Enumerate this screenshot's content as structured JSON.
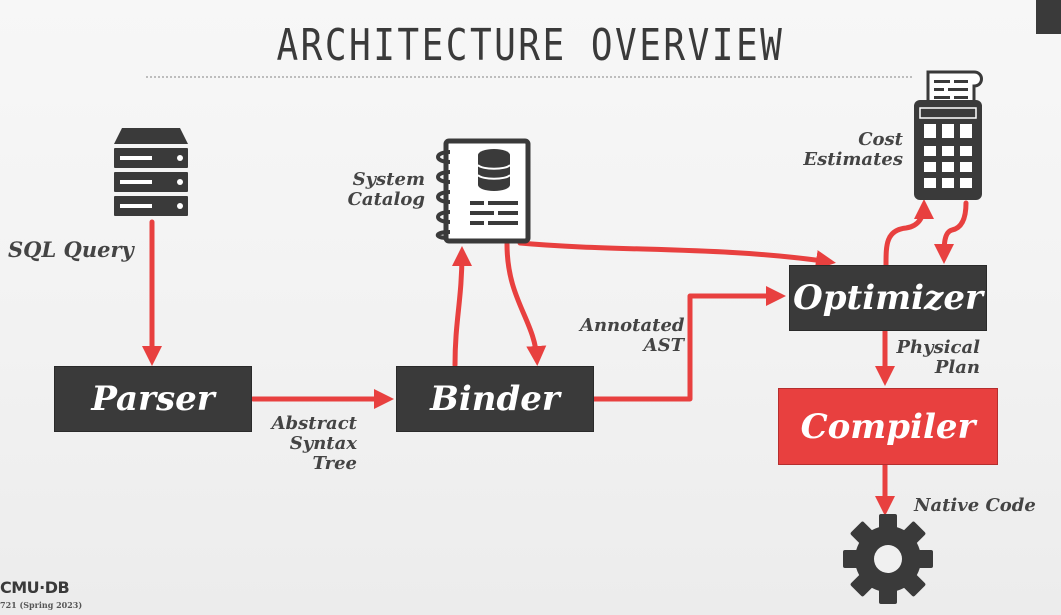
{
  "title": "ARCHITECTURE OVERVIEW",
  "boxes": {
    "parser": "Parser",
    "binder": "Binder",
    "optimizer": "Optimizer",
    "compiler": "Compiler"
  },
  "labels": {
    "sql_query": "SQL Query",
    "system_catalog_1": "System",
    "system_catalog_2": "Catalog",
    "cost_estimates_1": "Cost",
    "cost_estimates_2": "Estimates",
    "annotated_ast_1": "Annotated",
    "annotated_ast_2": "AST",
    "abstract_syntax_tree_1": "Abstract",
    "abstract_syntax_tree_2": "Syntax",
    "abstract_syntax_tree_3": "Tree",
    "physical_plan_1": "Physical",
    "physical_plan_2": "Plan",
    "native_code": "Native Code"
  },
  "footer": {
    "logo": "CMU·DB",
    "course": "721 (Spring 2023)"
  },
  "icons": [
    "server-icon",
    "catalog-icon",
    "calculator-icon",
    "gear-icon"
  ],
  "colors": {
    "arrow": "#e8403f",
    "box_dark": "#3a3a3a",
    "box_highlight": "#e8403f",
    "text": "#444444"
  }
}
